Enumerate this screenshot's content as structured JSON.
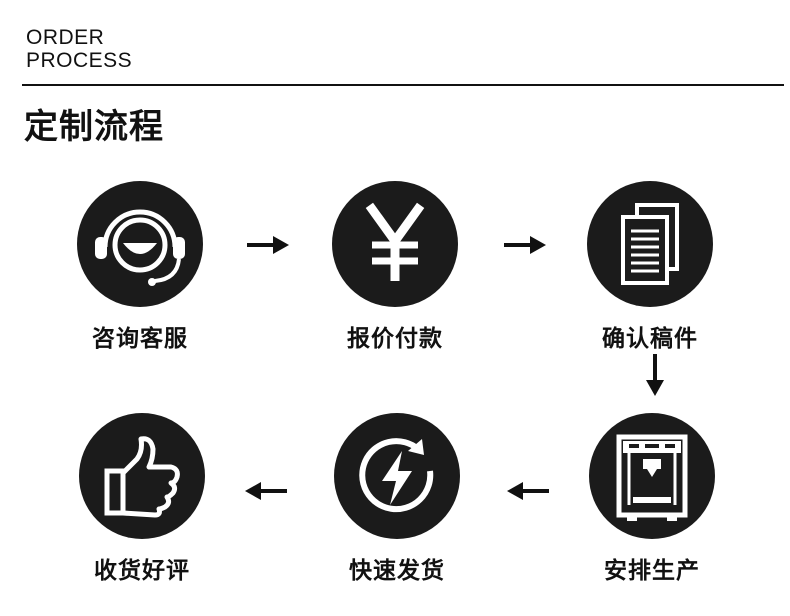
{
  "header": {
    "en_line1": "ORDER",
    "en_line2": "PROCESS",
    "title": "定制流程"
  },
  "steps": [
    {
      "label": "咨询客服",
      "icon": "headset-smile-icon"
    },
    {
      "label": "报价付款",
      "icon": "yuan-icon"
    },
    {
      "label": "确认稿件",
      "icon": "documents-icon"
    },
    {
      "label": "安排生产",
      "icon": "3d-printer-icon"
    },
    {
      "label": "快速发货",
      "icon": "lightning-icon"
    },
    {
      "label": "收货好评",
      "icon": "thumbs-up-icon"
    }
  ],
  "colors": {
    "circle": "#1b1b1b",
    "icon": "#ffffff",
    "text": "#111111"
  }
}
